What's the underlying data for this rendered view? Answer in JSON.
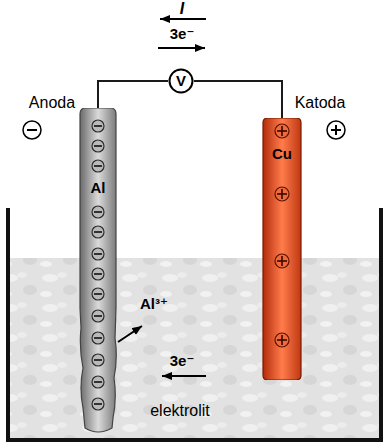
{
  "diagram": {
    "nodes": [
      {
        "text": [
          "V"
        ]
      },
      {
        "text": [
          "Al"
        ]
      },
      {
        "text": [
          "Cu"
        ]
      }
    ],
    "edges": [
      {
        "from": 1,
        "to": 0,
        "arrow": "none"
      },
      {
        "from": 0,
        "to": 2,
        "arrow": "none"
      }
    ],
    "labels": [
      "I",
      "3e⁻",
      "Anoda",
      "Katoda",
      "Al³⁺",
      "3e⁻",
      "elektrolit"
    ]
  }
}
